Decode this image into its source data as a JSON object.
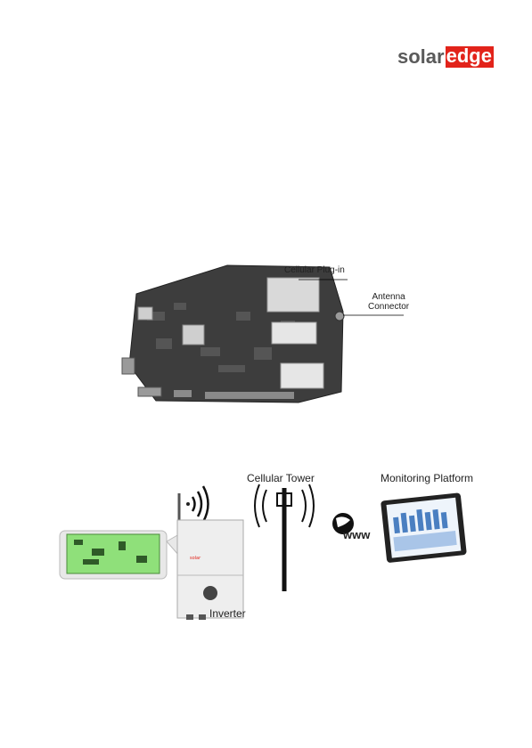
{
  "brand": {
    "solar": "solar",
    "edge": "edge"
  },
  "figure1": {
    "callout_plugin": "Cellular Plug-in",
    "callout_antenna_line1": "Antenna",
    "callout_antenna_line2": "Connector"
  },
  "figure2": {
    "tower_label": "Cellular Tower",
    "platform_label": "Monitoring Platform",
    "inverter_label": "Inverter",
    "www_label": "www"
  },
  "colors": {
    "brand_red": "#e2231a",
    "board_dark": "#3a3a3a",
    "board_green": "#8fe07a"
  }
}
